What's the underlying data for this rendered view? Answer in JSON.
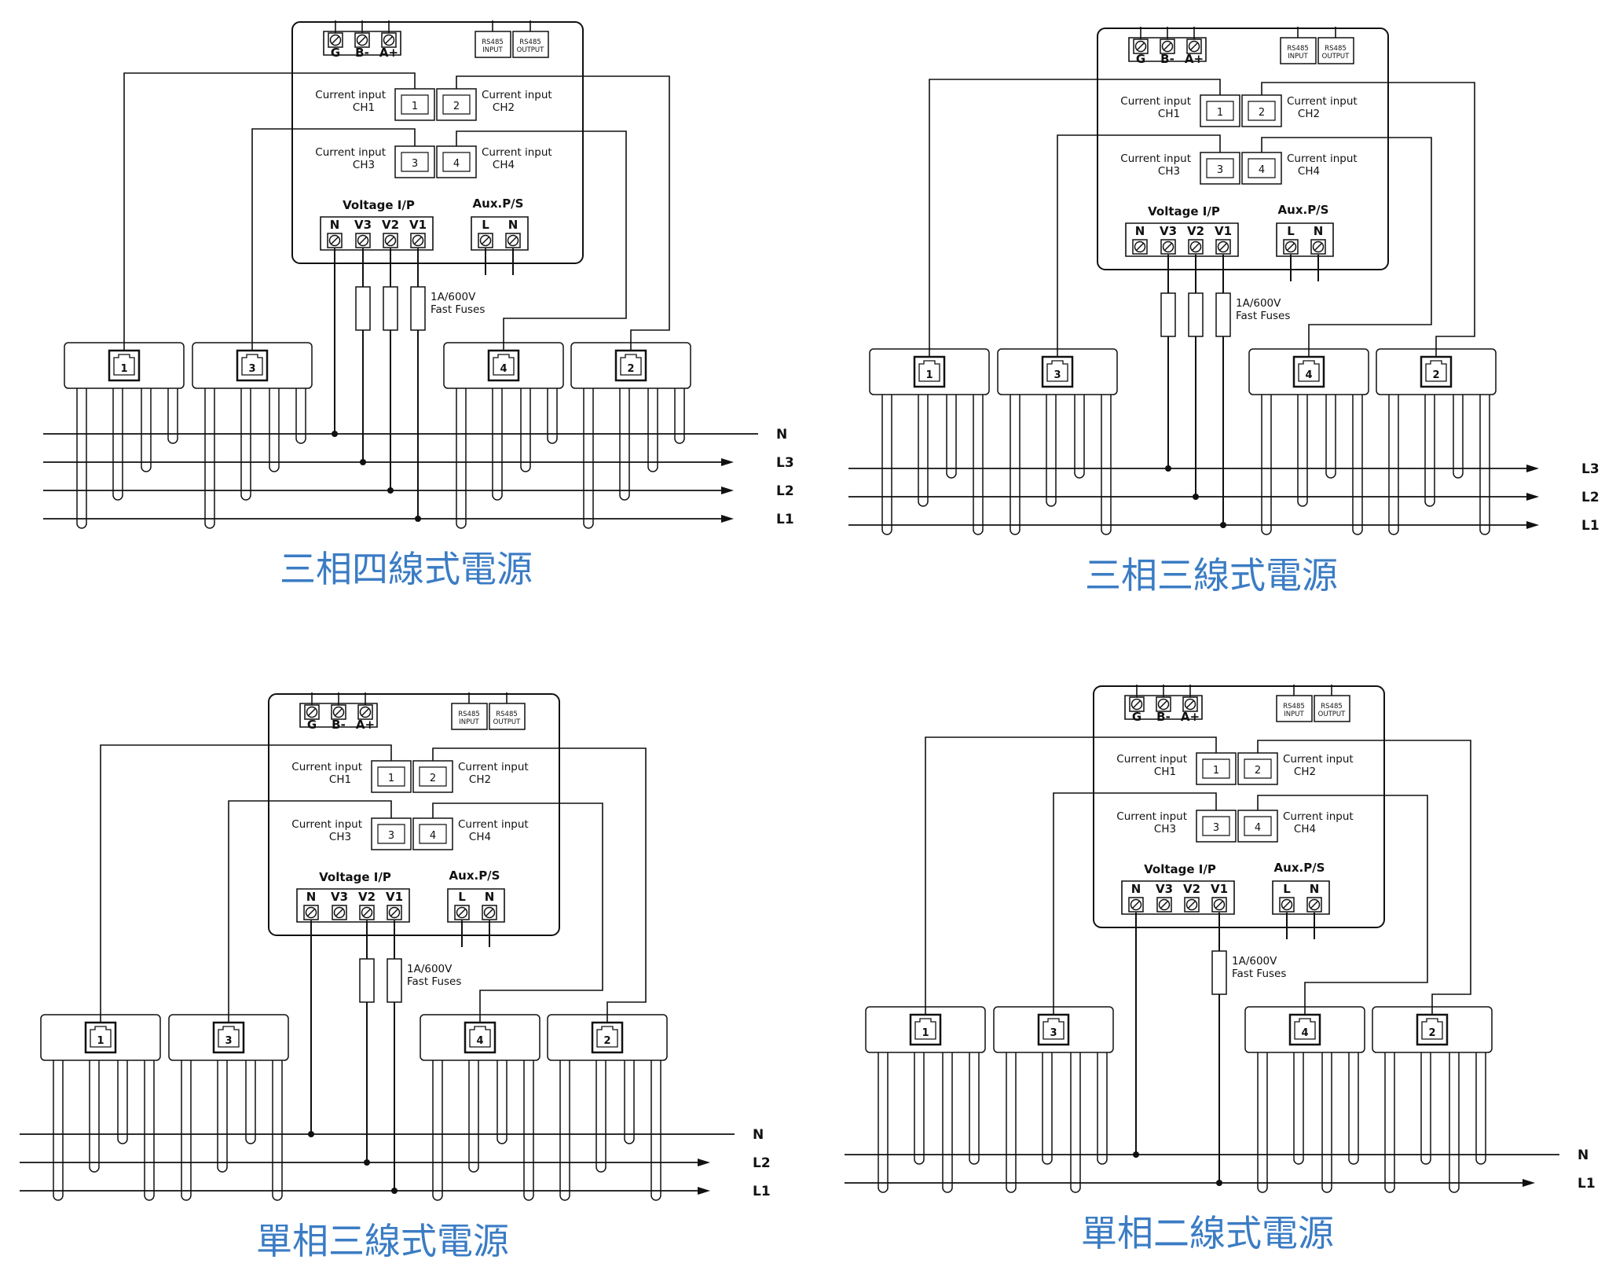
{
  "panels": [
    {
      "id": "p1",
      "caption": "三相四線式電源",
      "lines": [
        "N",
        "L3",
        "L2",
        "L1"
      ],
      "ct_labels": [
        "1",
        "3",
        "4",
        "2"
      ],
      "voltage_terminals": [
        "N",
        "V3",
        "V2",
        "V1"
      ],
      "fuse_count": 3
    },
    {
      "id": "p2",
      "caption": "三相三線式電源",
      "lines": [
        "L3",
        "L2",
        "L1"
      ],
      "ct_labels": [
        "1",
        "3",
        "4",
        "2"
      ],
      "voltage_terminals": [
        "N",
        "V3",
        "V2",
        "V1"
      ],
      "fuse_count": 3
    },
    {
      "id": "p3",
      "caption": "單相三線式電源",
      "lines": [
        "N",
        "L2",
        "L1"
      ],
      "ct_labels": [
        "1",
        "3",
        "4",
        "2"
      ],
      "voltage_terminals": [
        "N",
        "V3",
        "V2",
        "V1"
      ],
      "fuse_count": 2
    },
    {
      "id": "p4",
      "caption": "單相二線式電源",
      "lines": [
        "N",
        "L1"
      ],
      "ct_labels": [
        "1",
        "3",
        "4",
        "2"
      ],
      "voltage_terminals": [
        "N",
        "V3",
        "V2",
        "V1"
      ],
      "fuse_count": 1
    }
  ],
  "meter": {
    "comm_terminals": [
      "G",
      "B-",
      "A+"
    ],
    "rs485_in": [
      "RS485",
      "INPUT"
    ],
    "rs485_out": [
      "RS485",
      "OUTPUT"
    ],
    "ch1": [
      "Current input",
      "CH1"
    ],
    "ch2": [
      "Current input",
      "CH2"
    ],
    "ch3": [
      "Current input",
      "CH3"
    ],
    "ch4": [
      "Current input",
      "CH4"
    ],
    "voltage_label": "Voltage  I/P",
    "aux_label": "Aux.P/S",
    "aux_terminals": [
      "L",
      "N"
    ],
    "fuse_label": [
      "1A/600V",
      "Fast Fuses"
    ]
  }
}
